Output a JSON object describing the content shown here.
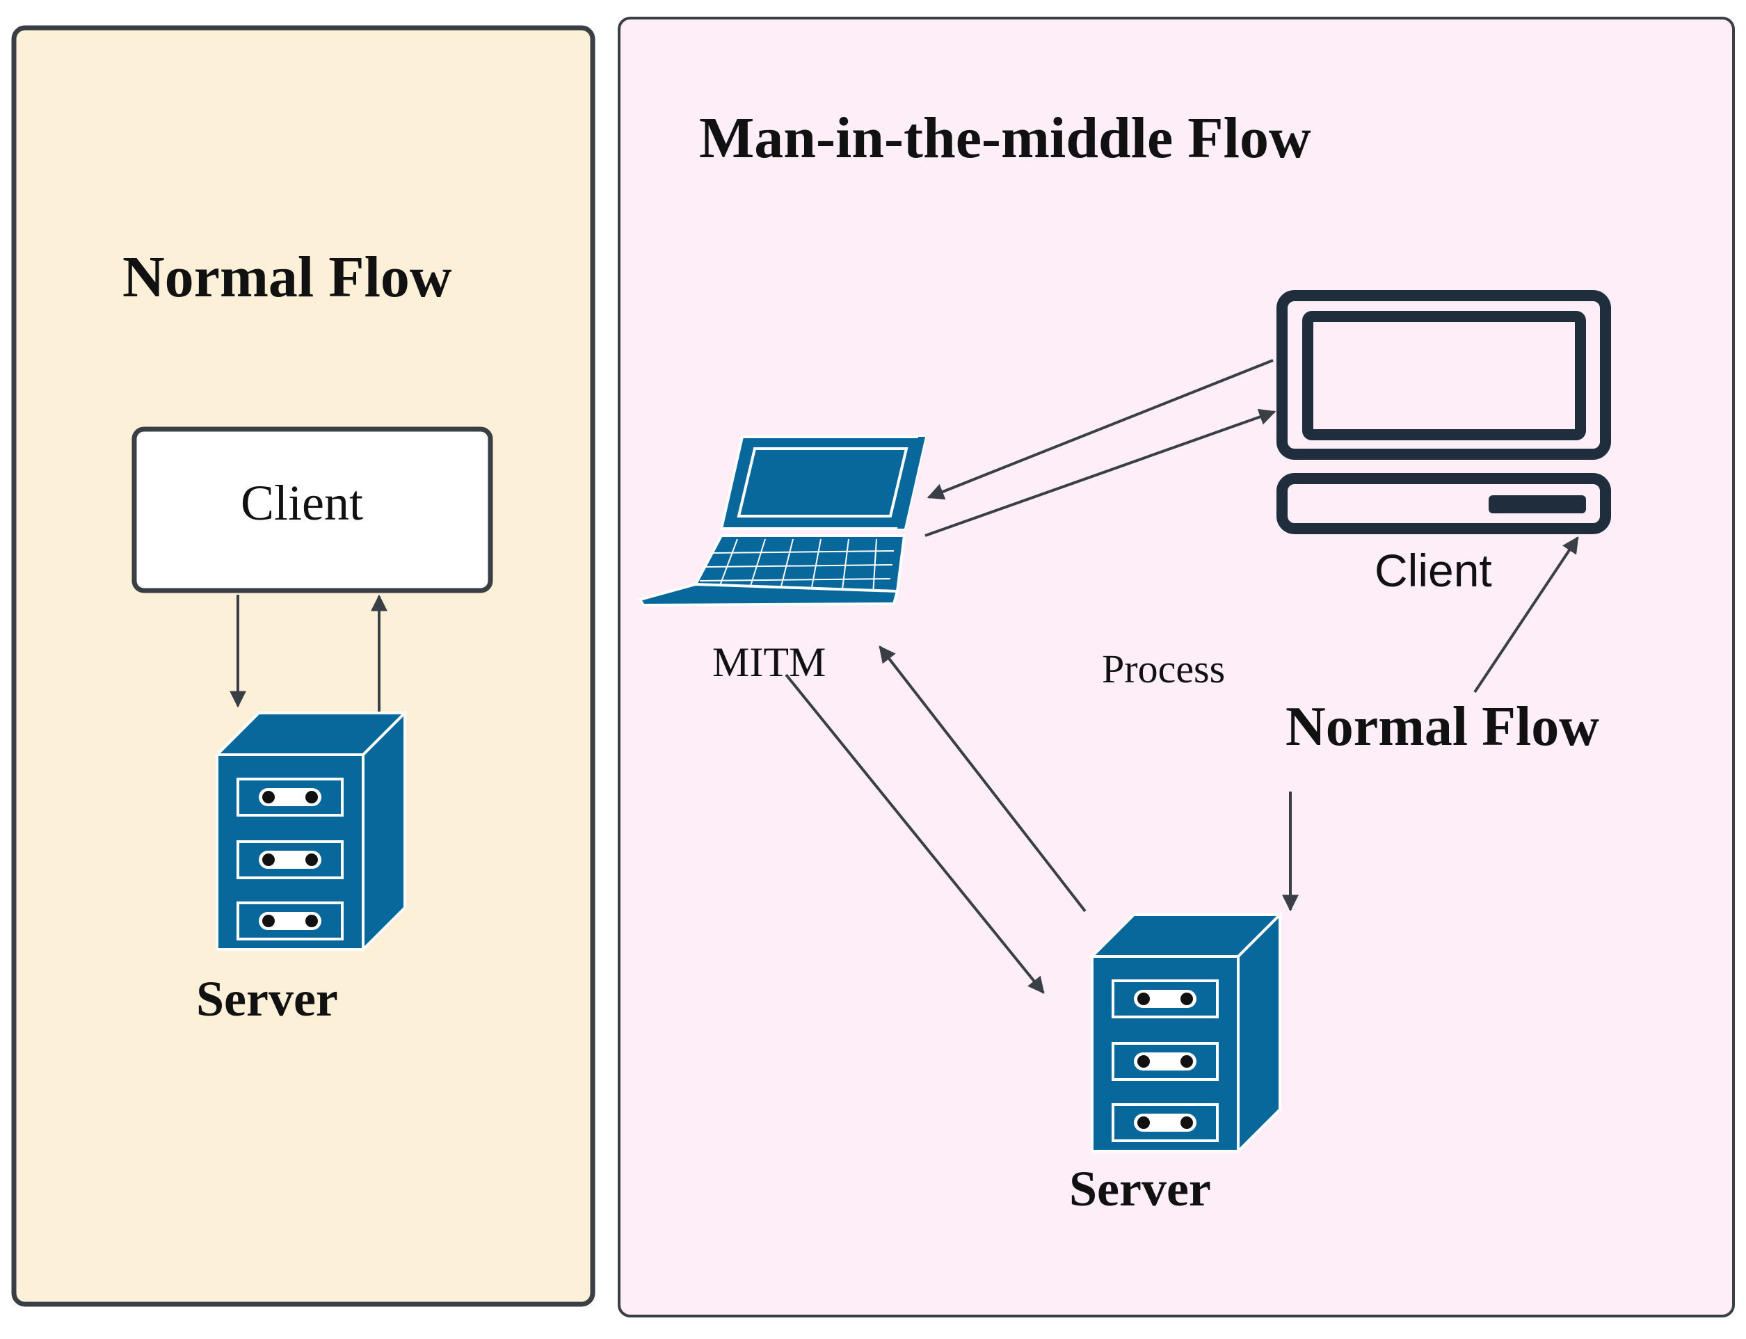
{
  "left_panel": {
    "title": "Normal Flow",
    "client_label": "Client",
    "server_label": "Server",
    "background": "#fdf0d9"
  },
  "right_panel": {
    "title": "Man-in-the-middle Flow",
    "mitm_label": "MITM",
    "client_label": "Client",
    "process_label": "Process",
    "normal_flow_label": "Normal Flow",
    "server_label": "Server",
    "background": "#fdeef8"
  },
  "icons": {
    "server": "server-rack-icon",
    "laptop": "laptop-icon",
    "desktop": "desktop-computer-icon"
  },
  "colors": {
    "device_blue": "#08679b",
    "arrow": "#3a3f46",
    "panel_border": "#3a3f46",
    "desktop_dark": "#1f2d3d"
  }
}
